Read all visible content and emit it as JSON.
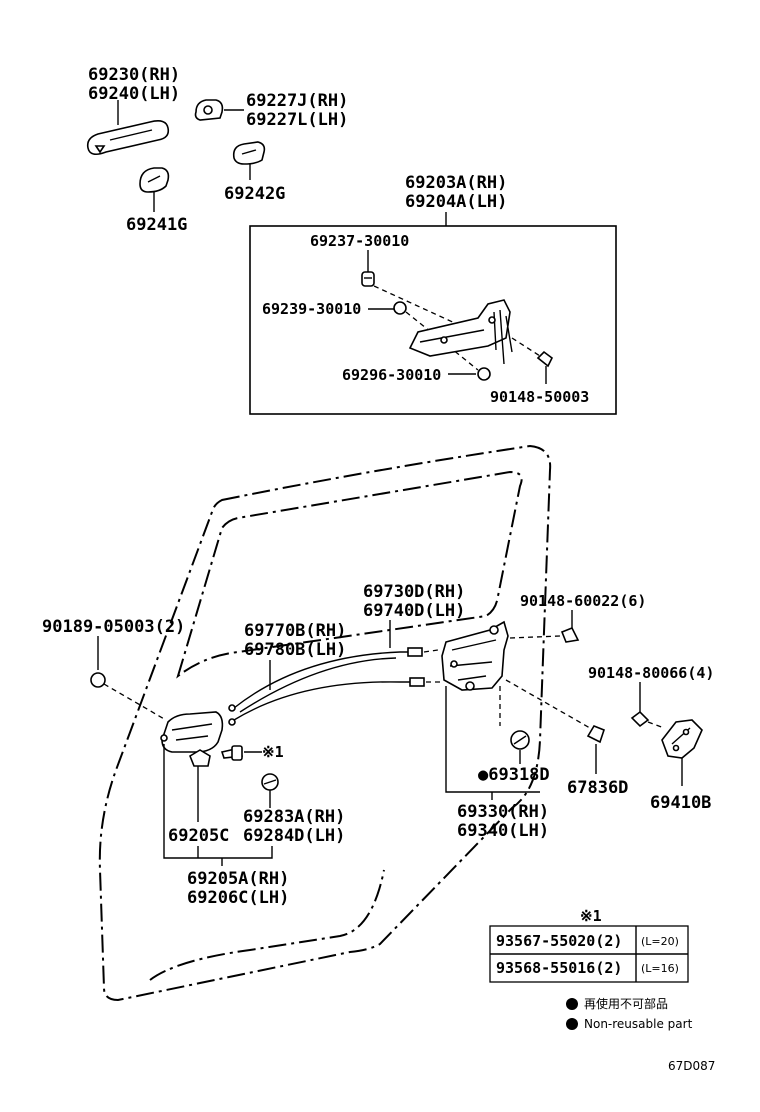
{
  "labels": {
    "p69230": "69230(RH)",
    "p69240": "69240(LH)",
    "p69227J": "69227J(RH)",
    "p69227L": "69227L(LH)",
    "p69241G": "69241G",
    "p69242G": "69242G",
    "p69203A": "69203A(RH)",
    "p69204A": "69204A(LH)",
    "p69237": "69237-30010",
    "p69239": "69239-30010",
    "p69296": "69296-30010",
    "p90148_50003": "90148-50003",
    "p69730D": "69730D(RH)",
    "p69740D": "69740D(LH)",
    "p90148_60022": "90148-60022(6)",
    "p90189": "90189-05003(2)",
    "p69770B": "69770B(RH)",
    "p69780B": "69780B(LH)",
    "p90148_80066": "90148-80066(4)",
    "note1_mark": "※1",
    "p69283A": "69283A(RH)",
    "p69284D": "69284D(LH)",
    "p69205C": "69205C",
    "p69318D": "●69318D",
    "p67836D": "67836D",
    "p69410B": "69410B",
    "p69330": "69330(RH)",
    "p69340": "69340(LH)",
    "p69205A": "69205A(RH)",
    "p69206C": "69206C(LH)"
  },
  "note_table": {
    "title": "※1",
    "rows": [
      {
        "part": "93567-55020(2)",
        "length": "(L=20)"
      },
      {
        "part": "93568-55016(2)",
        "length": "(L=16)"
      }
    ]
  },
  "legend": {
    "jp": "再使用不可部品",
    "en": "Non-reusable part"
  },
  "diagram_code": "67D087"
}
